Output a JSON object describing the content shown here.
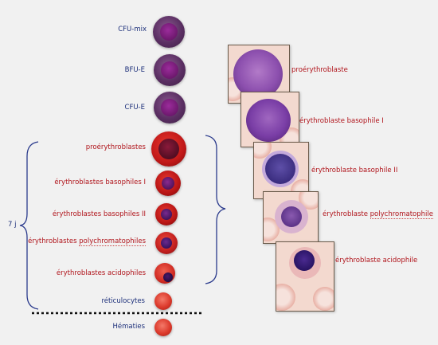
{
  "left_labels": [
    {
      "id": "cfu-mix",
      "text": "CFU-mix"
    },
    {
      "id": "bfu-e",
      "text": "BFU-E"
    },
    {
      "id": "cfu-e",
      "text": "CFU-E"
    },
    {
      "id": "proerythroblastes",
      "text": "proérythroblastes"
    },
    {
      "id": "erythro-baso-1",
      "text": "érythroblastes basophiles I"
    },
    {
      "id": "erythro-baso-2",
      "text": "érythroblastes basophiles II"
    },
    {
      "id": "erythro-poly-prefix",
      "text": "érythroblastes "
    },
    {
      "id": "erythro-poly-suffix",
      "text": "polychromatophiles"
    },
    {
      "id": "erythro-acido",
      "text": "érythroblastes acidophiles"
    },
    {
      "id": "reticulocytes",
      "text": "réticulocytes"
    },
    {
      "id": "hematies",
      "text": "Hématies"
    }
  ],
  "brace_label": "7 j",
  "right_labels": [
    {
      "id": "proerythroblaste",
      "text": "proérythroblaste"
    },
    {
      "id": "baso-1",
      "text": "érythroblaste basophile I"
    },
    {
      "id": "baso-2",
      "text": "érythroblaste basophile II"
    },
    {
      "id": "poly-prefix",
      "text": "érythroblaste "
    },
    {
      "id": "poly-suffix",
      "text": "polychromatophile"
    },
    {
      "id": "acido",
      "text": "érythroblaste acidophile"
    }
  ],
  "colors": {
    "blue_text": "#1c2f7a",
    "red_text": "#b0141b",
    "brace": "#2a3a8c"
  }
}
